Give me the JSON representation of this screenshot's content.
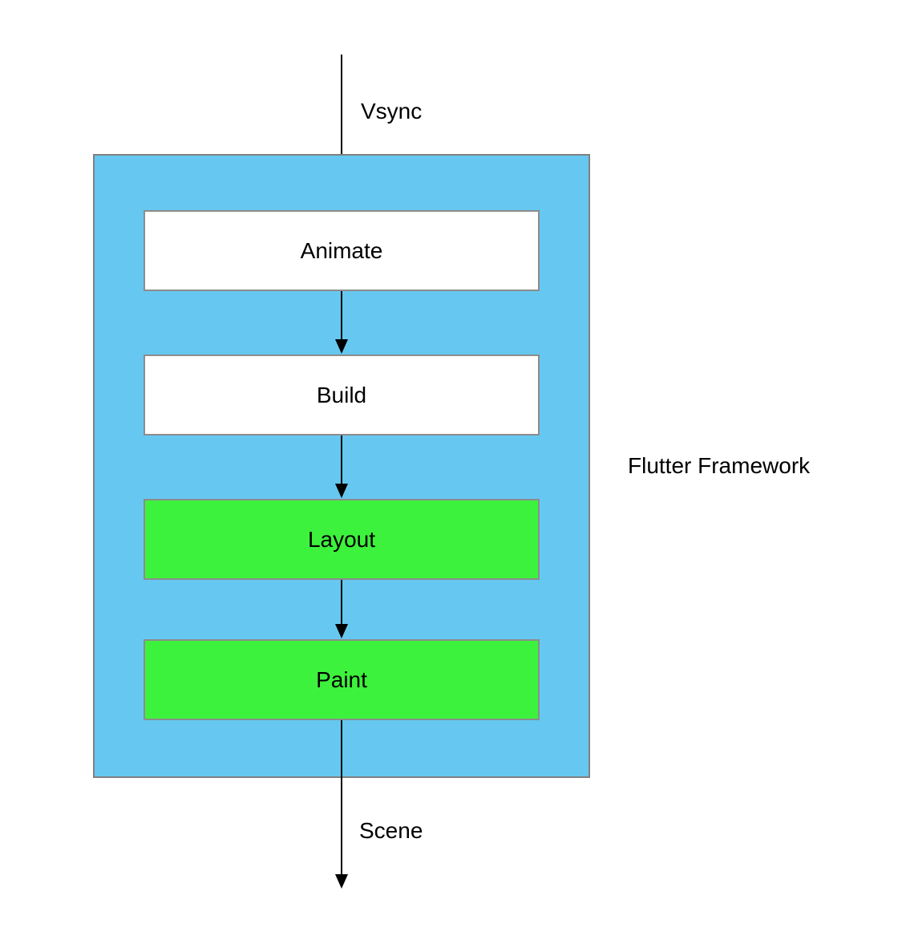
{
  "diagram": {
    "title": "Flutter Framework",
    "input_label": "Vsync",
    "output_label": "Scene",
    "stages": [
      {
        "label": "Animate",
        "fill": "#ffffff"
      },
      {
        "label": "Build",
        "fill": "#ffffff"
      },
      {
        "label": "Layout",
        "fill": "#3df23d"
      },
      {
        "label": "Paint",
        "fill": "#3df23d"
      }
    ],
    "colors": {
      "container_fill": "#66c8f0",
      "container_border": "#808080",
      "stage_border": "#8c8c8c",
      "stage_white": "#ffffff",
      "stage_green": "#3df23d",
      "arrow": "#000000",
      "text": "#000000"
    }
  }
}
